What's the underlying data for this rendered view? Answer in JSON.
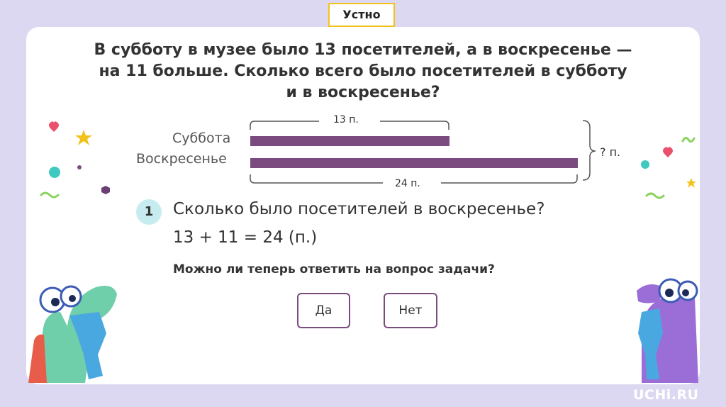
{
  "badge": {
    "label": "Устно"
  },
  "problem": {
    "line1": "В субботу в музее было 13 посетителей, а в воскресенье —",
    "line2": "на 11 больше. Сколько всего было посетителей в субботу",
    "line3": "и в воскресенье?"
  },
  "diagram": {
    "saturday_label": "Суббота",
    "sunday_label": "Воскресенье",
    "saturday_value_label": "13 п.",
    "sunday_value_label": "24 п.",
    "total_label": "? п.",
    "bar_color": "#7b4b80"
  },
  "step": {
    "number": "1",
    "question": "Сколько было посетителей в воскресенье?",
    "equation": "13 + 11 = 24 (п.)"
  },
  "prompt": "Можно ли теперь ответить на вопрос задачи?",
  "choices": {
    "yes": "Да",
    "no": "Нет"
  },
  "watermark": "UCHi.RU",
  "colors": {
    "background": "#ddd8f2",
    "accent": "#7b4b80",
    "badge_border": "#f2c21b",
    "step_badge": "#c6ecef"
  }
}
